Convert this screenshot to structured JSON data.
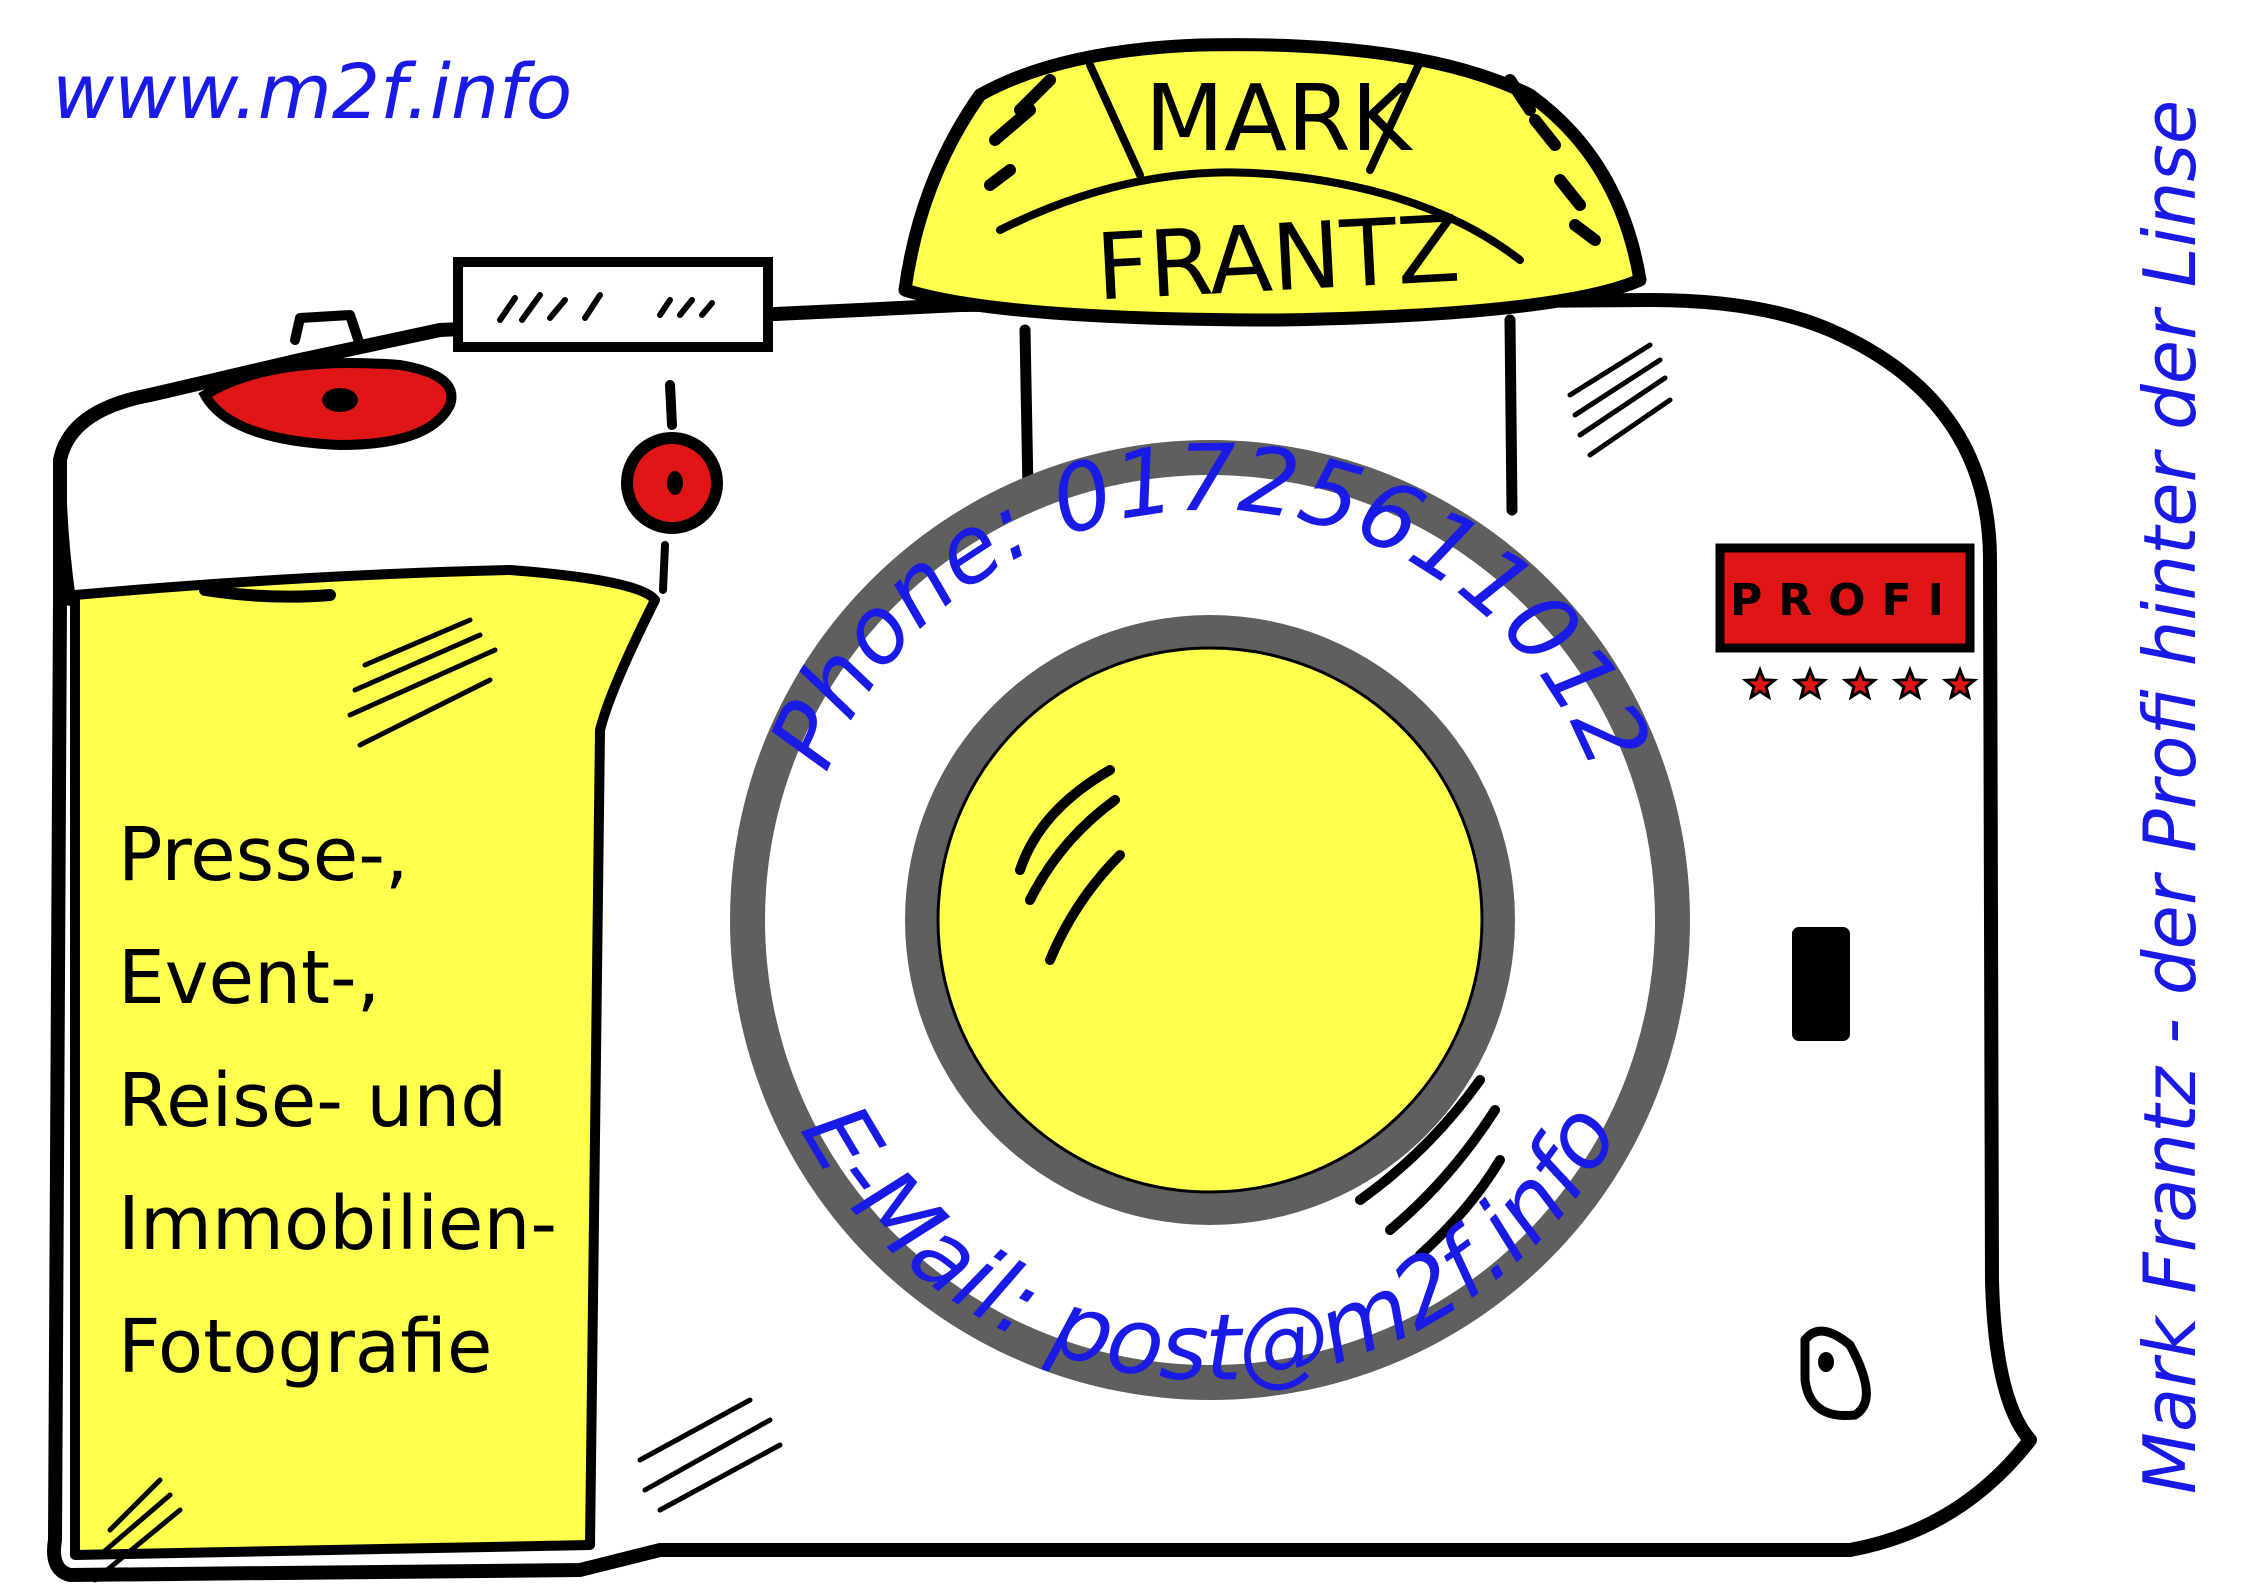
{
  "website": "www.m2f.info",
  "brand": {
    "line1": "MARK",
    "line2": "FRANTZ"
  },
  "badge": "PROFI",
  "rating": 5,
  "services": [
    "Presse-,",
    "Event-,",
    "Reise- und",
    "Immobilien-",
    "Fotografie"
  ],
  "phone": "Phone: 01725611012",
  "email": "E-Mail: post@m2f.info",
  "tagline": "Mark Frantz - der Profi hinter der Linse",
  "colors": {
    "yellow": "#ffff4d",
    "red": "#e01515",
    "blue": "#1a1ae6",
    "ring": "#5f5f5f"
  }
}
